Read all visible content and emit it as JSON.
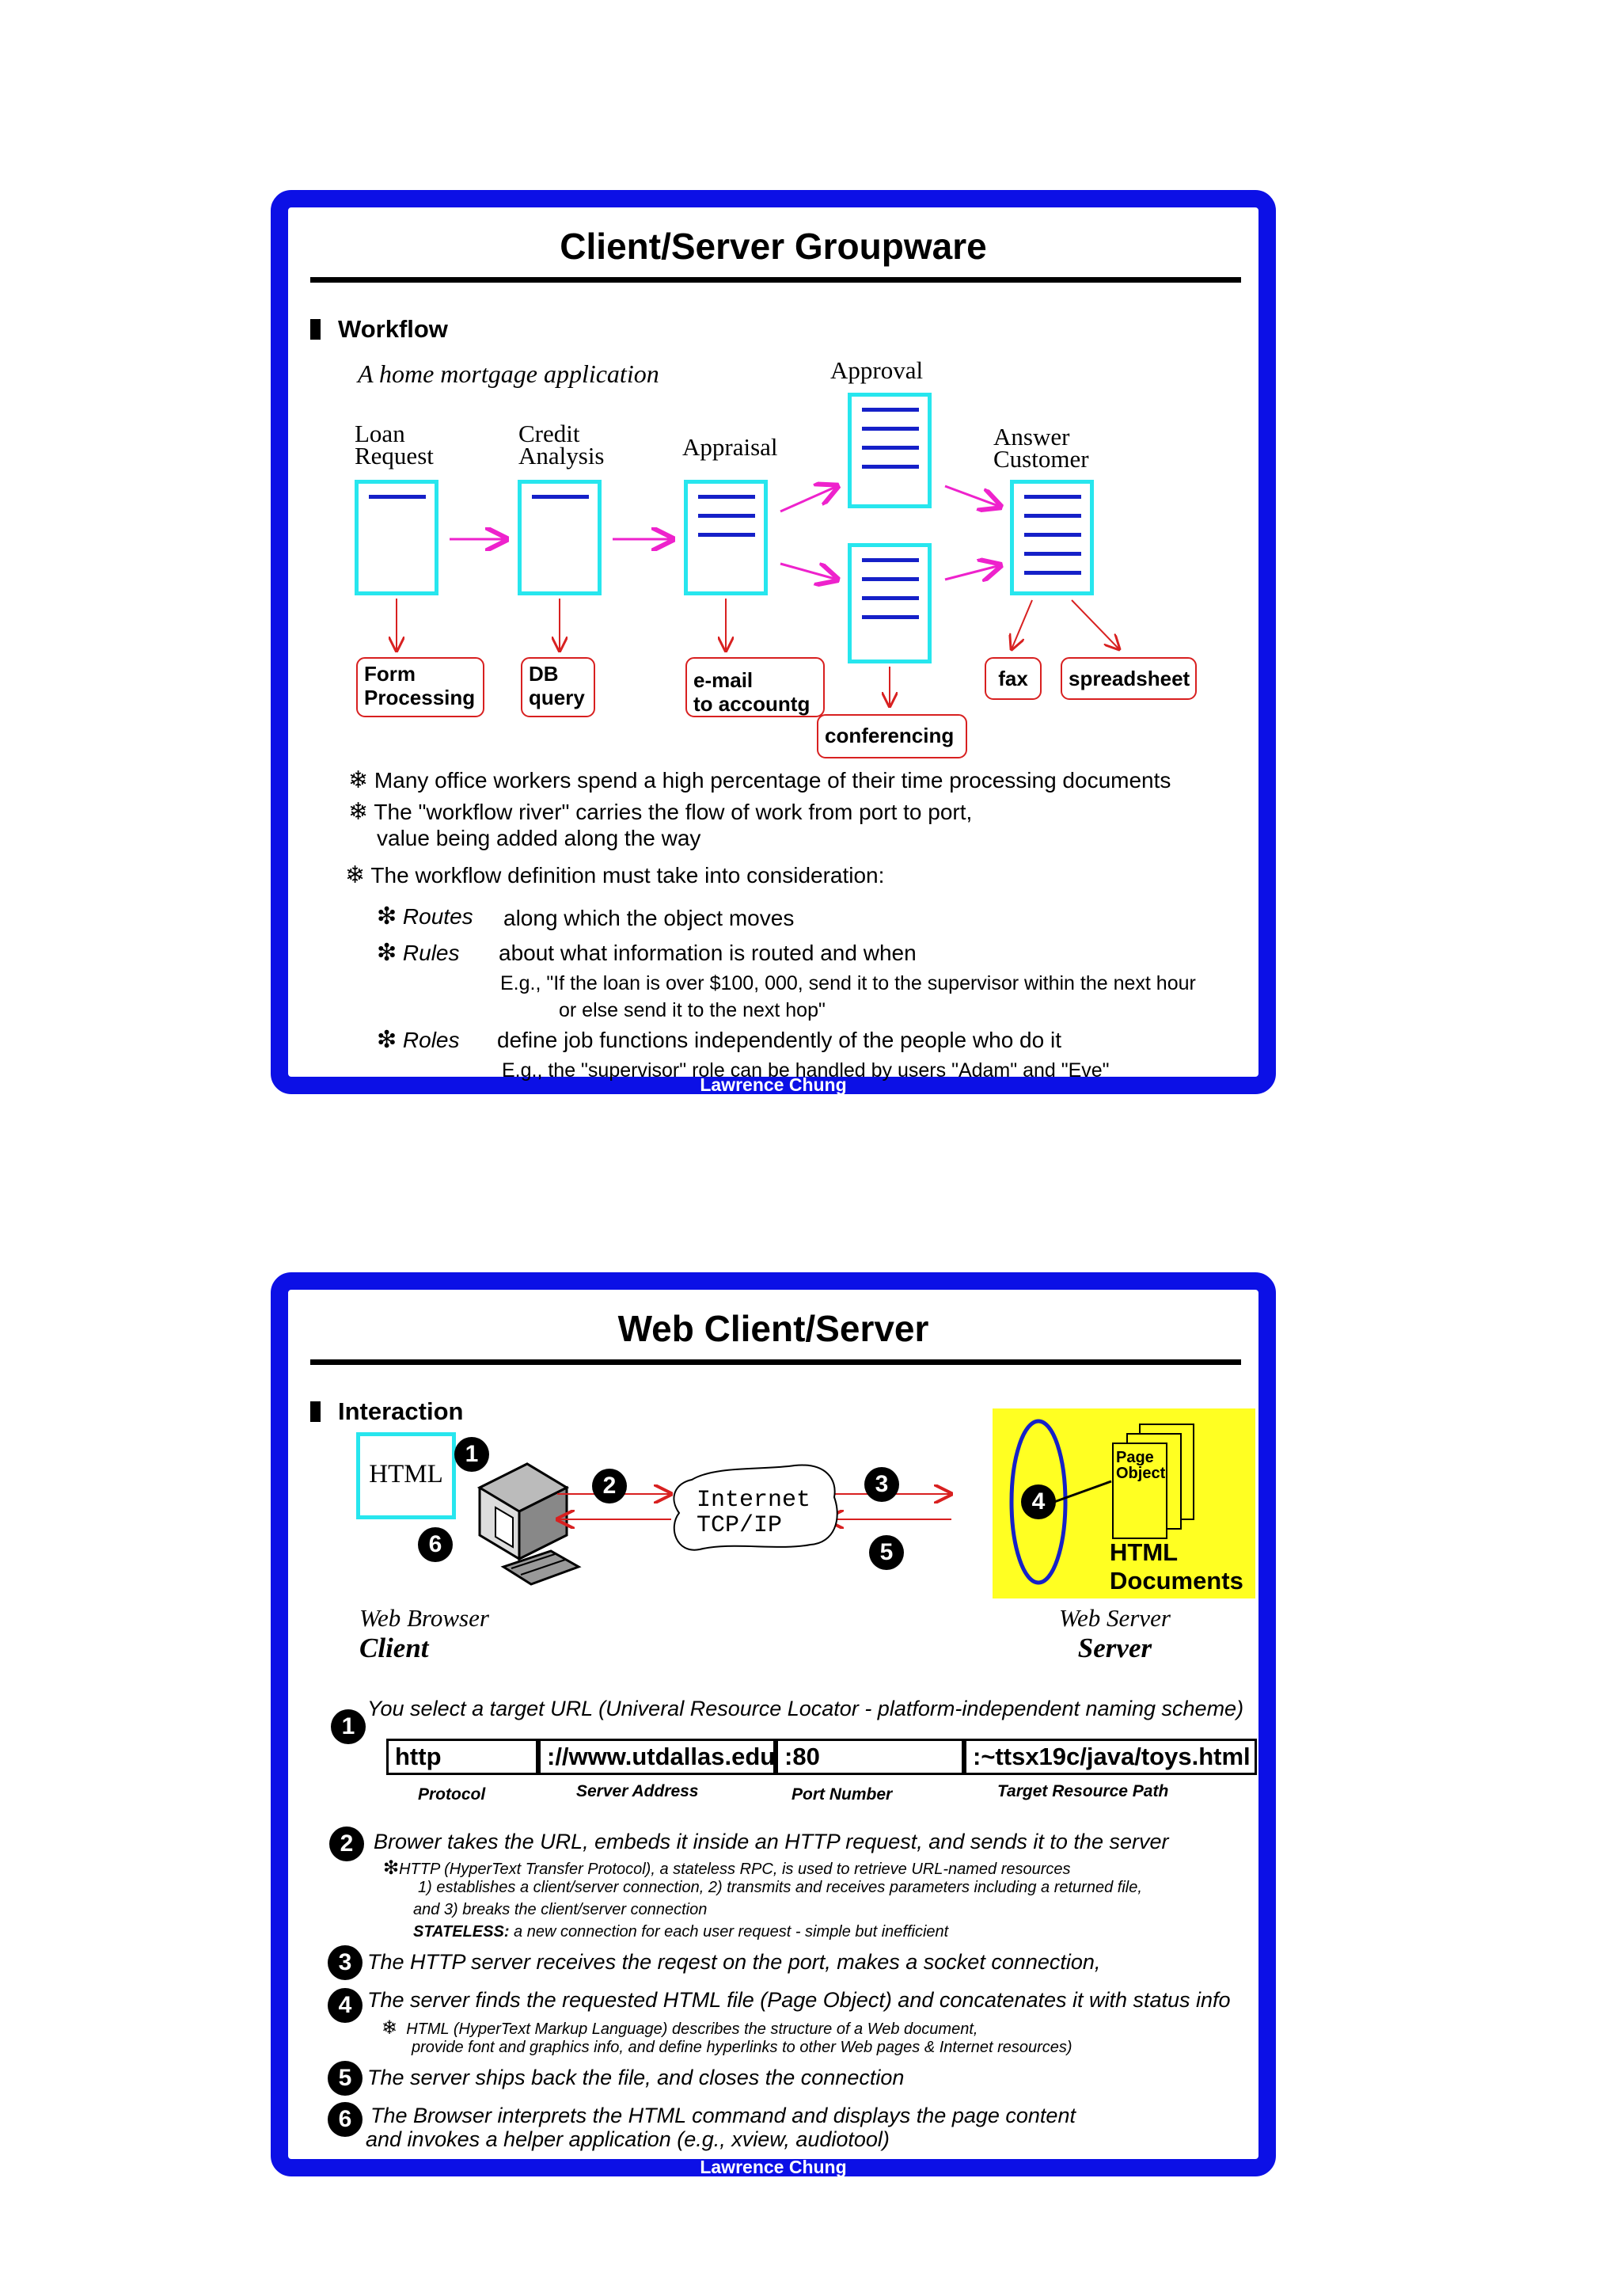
{
  "slide1": {
    "title": "Client/Server Groupware",
    "section": "Workflow",
    "subtitle": "A home mortgage application",
    "stages": {
      "loan_request": [
        "Loan",
        "Request"
      ],
      "credit_analysis": [
        "Credit",
        "Analysis"
      ],
      "appraisal": "Appraisal",
      "approval": "Approval",
      "answer_customer": [
        "Answer",
        "Customer"
      ]
    },
    "tasks": {
      "form_processing": [
        "Form",
        "Processing"
      ],
      "db_query": [
        "DB",
        "query"
      ],
      "email": [
        "e-mail",
        "to accountg"
      ],
      "conferencing": "conferencing",
      "fax": "fax",
      "spreadsheet": "spreadsheet"
    },
    "bullets": [
      "Many office workers spend a high percentage of their time processing documents",
      "The \"workflow river\" carries the flow of work from port to port,",
      "value being added along the way",
      "The workflow definition must take into consideration:"
    ],
    "subbullets": {
      "routes_term": "Routes",
      "routes_text": "along which the object moves",
      "rules_term": "Rules",
      "rules_text": "about what information is routed and when",
      "rules_example_1": "E.g., \"If the loan is over $100, 000, send it to the supervisor within the next hour",
      "rules_example_2": "or else send it to the next hop\"",
      "roles_term": "Roles",
      "roles_text": "define job functions independently of the people who do it",
      "roles_example": "E.g., the \"supervisor\" role can be handled by users \"Adam\" and \"Eve\""
    },
    "footer": "Lawrence Chung"
  },
  "slide2": {
    "title": "Web Client/Server",
    "section": "Interaction",
    "html_box": "HTML",
    "internet": [
      "Internet",
      "TCP/IP"
    ],
    "page_object": [
      "Page",
      "Object"
    ],
    "html_documents": [
      "HTML",
      "Documents"
    ],
    "client_caption": [
      "Web Browser",
      "Client"
    ],
    "server_caption": [
      "Web Server",
      "Server"
    ],
    "badges": [
      "1",
      "2",
      "3",
      "4",
      "5",
      "6"
    ],
    "step1": "You select a target URL (Univeral Resource Locator - platform-independent naming scheme)",
    "url": {
      "protocol": "http",
      "server": "://www.utdallas.edu",
      "port": ":80",
      "path": ":~ttsx19c/java/toys.html",
      "protocol_label": "Protocol",
      "server_label": "Server Address",
      "port_label": "Port Number",
      "path_label": "Target Resource Path"
    },
    "step2": "Brower takes the URL, embeds it inside an HTTP request, and sends it to the server",
    "step2_details": [
      "HTTP (HyperText Transfer Protocol), a stateless RPC,  is used to retrieve URL-named resources",
      "1) establishes a client/server connection, 2) transmits and receives parameters including a returned file,",
      "and 3) breaks the client/server connection"
    ],
    "stateless_term": "STATELESS:",
    "stateless_text": " a new connection for each user request - simple but inefficient",
    "step3": "The HTTP server receives the reqest on the port, makes a socket connection,",
    "step4": "The server finds the requested HTML file (Page Object) and concatenates it with status info",
    "step4_details": [
      "HTML (HyperText Markup Language) describes the structure of a Web document,",
      "provide font and graphics info, and define hyperlinks to other Web pages & Internet resources)"
    ],
    "step5": "The server ships back the file, and closes the connection",
    "step6": [
      "The Browser interprets the HTML command and displays the page content",
      "and invokes a helper application (e.g., xview, audiotool)"
    ],
    "footer": "Lawrence Chung"
  },
  "colors": {
    "frame": "#0c10e6",
    "doc_border": "#27e6ee",
    "doc_lines": "#1520c8",
    "flow_arrow": "#ee22cc",
    "task_arrow": "#d82020",
    "server_bg": "#ffff22"
  }
}
